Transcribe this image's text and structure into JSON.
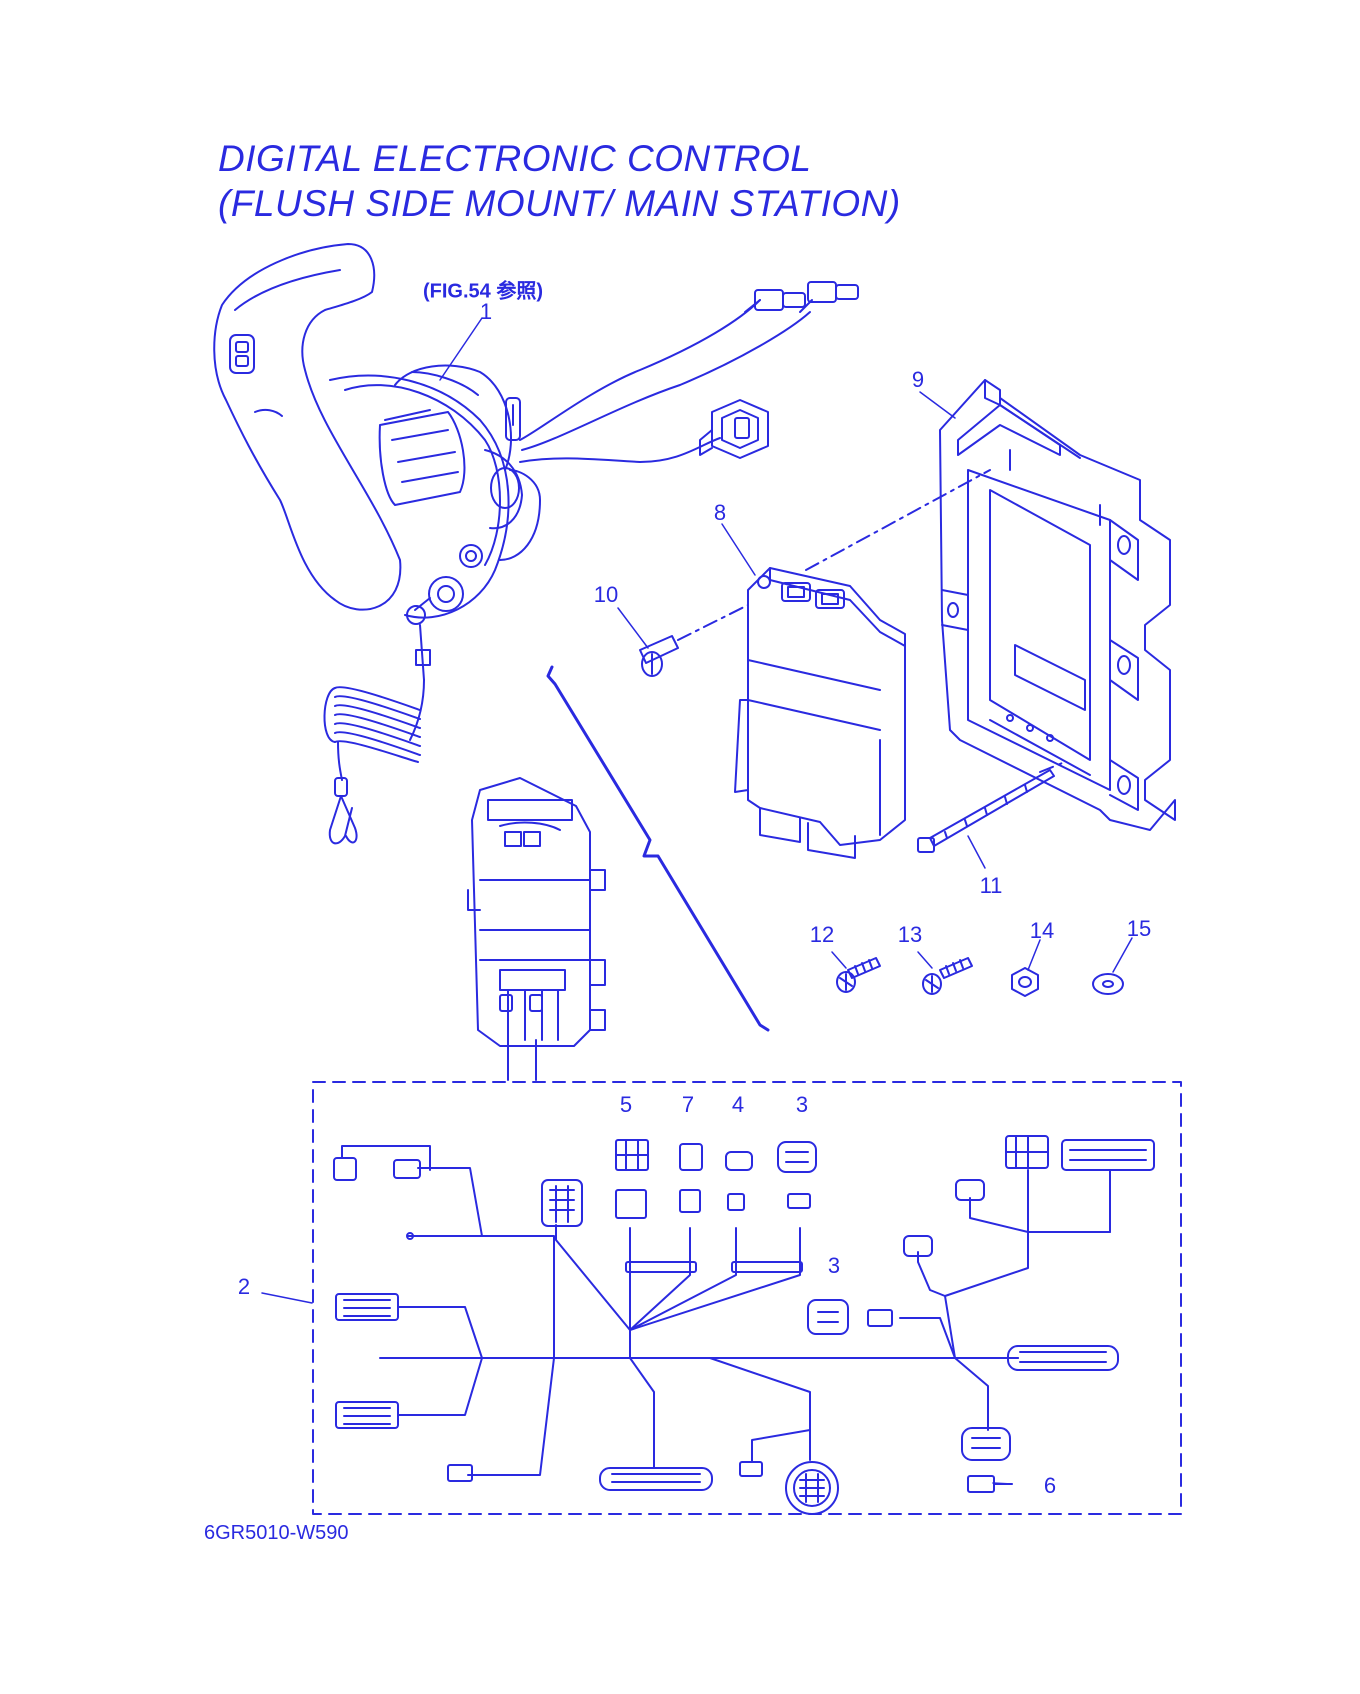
{
  "title": {
    "line1": "DIGITAL ELECTRONIC CONTROL",
    "line2": "(FLUSH SIDE MOUNT/ MAIN STATION)"
  },
  "figure_reference": "(FIG.54 参照)",
  "drawing_code": "6GR5010-W590",
  "colors": {
    "line": "#2a2ae0",
    "background": "#ffffff"
  },
  "callouts": [
    "1",
    "2",
    "3",
    "3",
    "4",
    "5",
    "6",
    "7",
    "8",
    "9",
    "10",
    "11",
    "12",
    "13",
    "14",
    "15"
  ]
}
